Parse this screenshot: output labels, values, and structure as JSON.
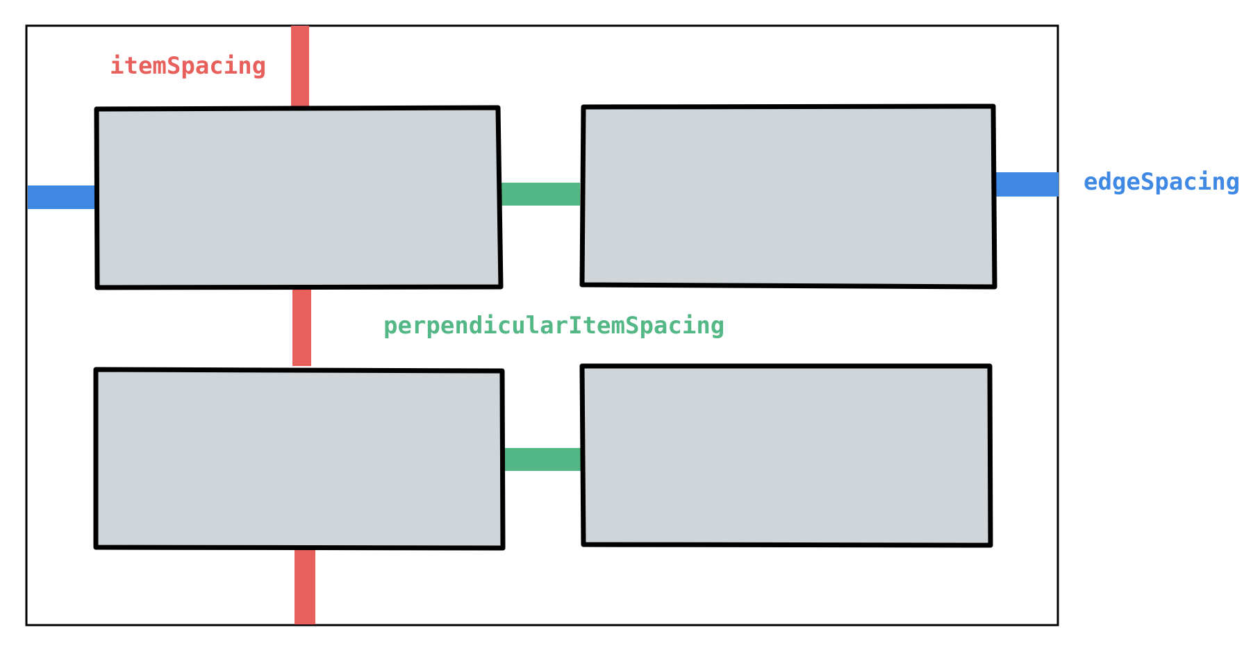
{
  "diagram": {
    "labels": {
      "item_spacing": "itemSpacing",
      "perpendicular_item_spacing": "perpendicularItemSpacing",
      "edge_spacing": "edgeSpacing"
    },
    "colors": {
      "item_spacing": "#e8605b",
      "perpendicular_item_spacing": "#53b786",
      "edge_spacing": "#3f89e4",
      "item_fill": "#d0d5d9",
      "item_border": "#000000",
      "container_border": "#000000",
      "background": "#ffffff"
    },
    "layout": {
      "rows": 2,
      "columns": 2
    }
  }
}
